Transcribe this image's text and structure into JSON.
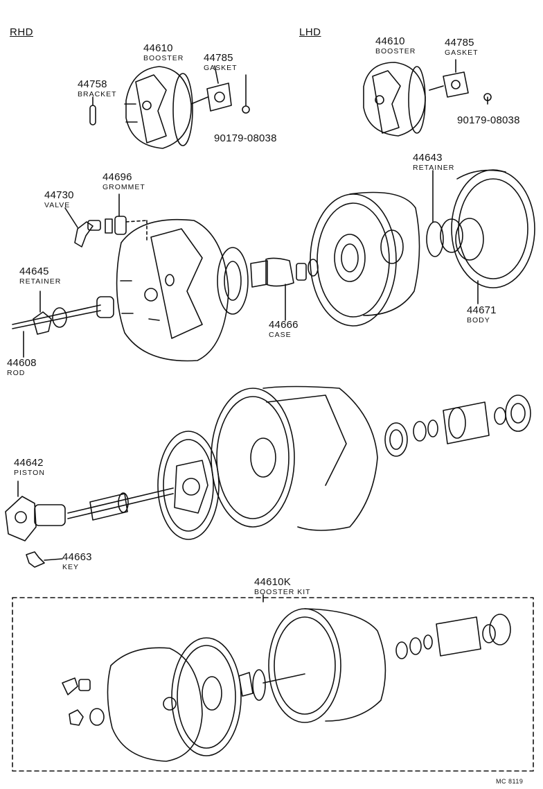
{
  "headings": {
    "rhd": "RHD",
    "lhd": "LHD"
  },
  "callouts": {
    "rhd_booster": {
      "number": "44610",
      "name": "BOOSTER"
    },
    "rhd_gasket": {
      "number": "44785",
      "name": "GASKET"
    },
    "rhd_bracket": {
      "number": "44758",
      "name": "BRACKET"
    },
    "rhd_nut": {
      "number": "90179-08038"
    },
    "lhd_booster": {
      "number": "44610",
      "name": "BOOSTER"
    },
    "lhd_gasket": {
      "number": "44785",
      "name": "GASKET"
    },
    "lhd_nut": {
      "number": "90179-08038"
    },
    "grommet": {
      "number": "44696",
      "name": "GROMMET"
    },
    "valve": {
      "number": "44730",
      "name": "VALVE"
    },
    "retainer_rod": {
      "number": "44645",
      "name": "RETAINER"
    },
    "rod": {
      "number": "44608",
      "name": "ROD"
    },
    "case": {
      "number": "44666",
      "name": "CASE"
    },
    "retainer_body": {
      "number": "44643",
      "name": "RETAINER"
    },
    "body": {
      "number": "44671",
      "name": "BODY"
    },
    "piston": {
      "number": "44642",
      "name": "PISTON"
    },
    "key": {
      "number": "44663",
      "name": "KEY"
    },
    "booster_kit": {
      "number": "44610K",
      "name": "BOOSTER KIT"
    }
  },
  "figure_ref": "MC 8119",
  "colors": {
    "ink": "#111111",
    "paper": "#ffffff"
  }
}
